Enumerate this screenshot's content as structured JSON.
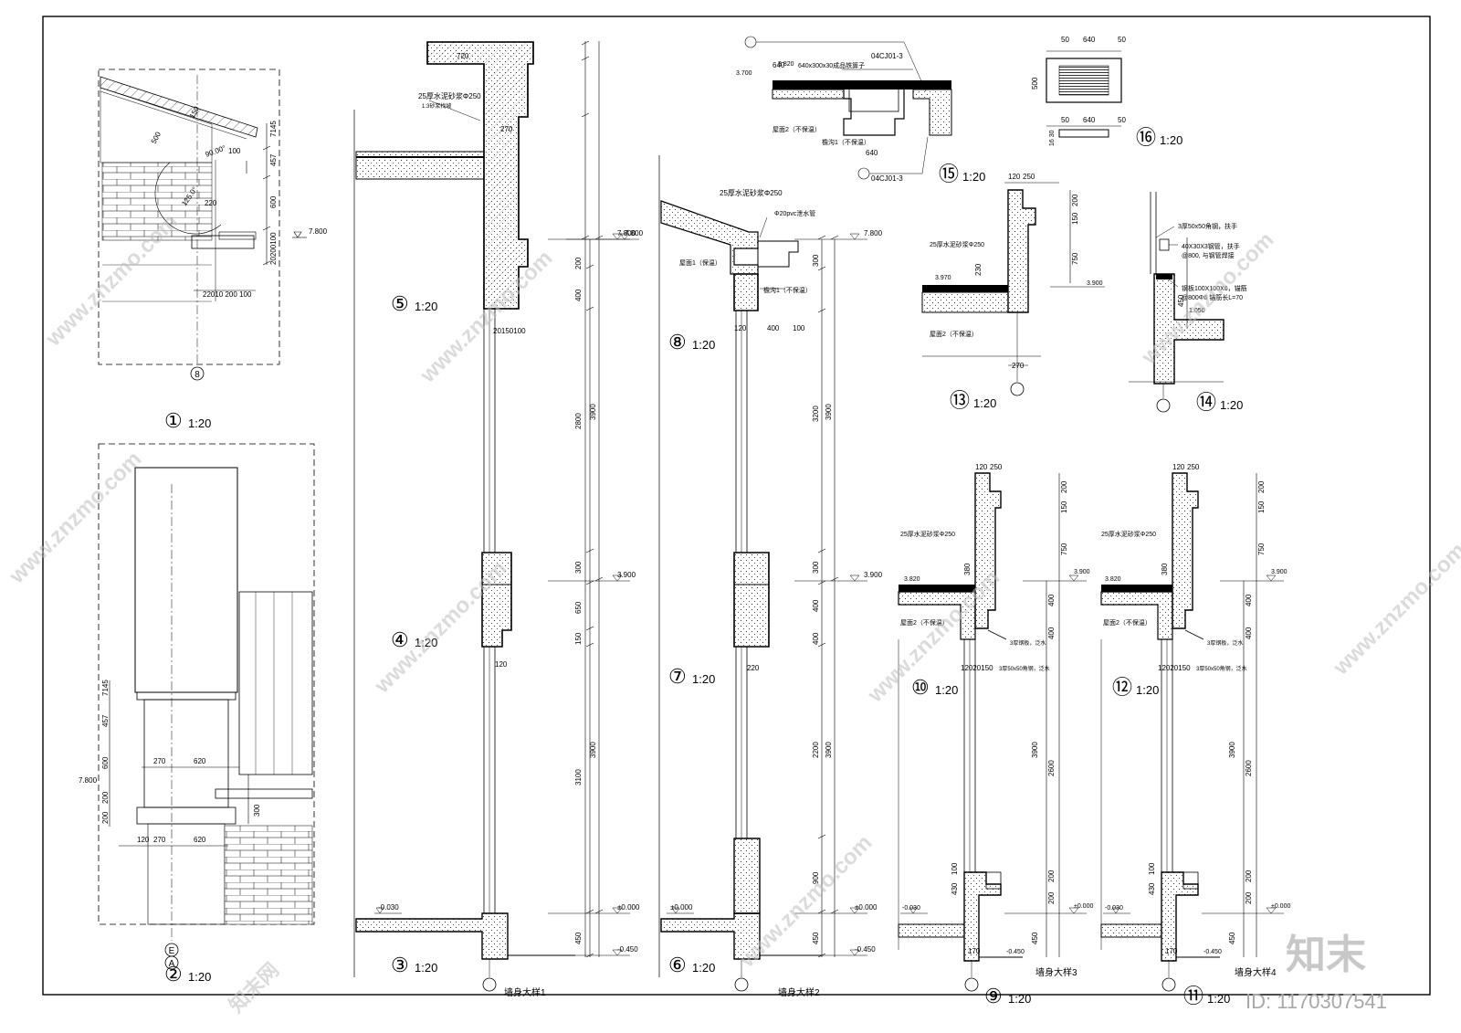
{
  "details": {
    "d1": {
      "num": "①",
      "scale": "1:20"
    },
    "d2": {
      "num": "②",
      "scale": "1:20"
    },
    "d3": {
      "num": "③",
      "scale": "1:20"
    },
    "d4": {
      "num": "④",
      "scale": "1:20"
    },
    "d5": {
      "num": "⑤",
      "scale": "1:20"
    },
    "d6": {
      "num": "⑥",
      "scale": "1:20"
    },
    "d7": {
      "num": "⑦",
      "scale": "1:20"
    },
    "d8": {
      "num": "⑧",
      "scale": "1:20"
    },
    "d9": {
      "num": "⑨",
      "scale": "1:20"
    },
    "d10": {
      "num": "⑩",
      "scale": "1:20"
    },
    "d11": {
      "num": "⑪",
      "scale": "1:20"
    },
    "d12": {
      "num": "⑫",
      "scale": "1:20"
    },
    "d13": {
      "num": "⑬",
      "scale": "1:20"
    },
    "d14": {
      "num": "⑭",
      "scale": "1:20"
    },
    "d15": {
      "num": "⑮",
      "scale": "1:20"
    },
    "d16": {
      "num": "⑯",
      "scale": "1:20"
    }
  },
  "wall_titles": {
    "w1": "墙身大样1",
    "w2": "墙身大样2",
    "w3": "墙身大样3",
    "w4": "墙身大样4"
  },
  "axes": {
    "a8": "8",
    "aE": "E",
    "aA": "A"
  },
  "elev": {
    "e7800": "7.800",
    "e3900": "3.900",
    "e0": "±0.000",
    "em030": "-0.030",
    "em450": "-0.450",
    "e3820": "3.820",
    "e3970": "3.970",
    "e3700": "3.700",
    "e1050": "1.050"
  },
  "notes": {
    "drip": "25厚水泥砂浆Φ250",
    "drip2": "1:3砂浆找坡",
    "pvc": "Φ20pvc泄水管",
    "roof1": "屋面1（保温）",
    "roof2": "屋面2（不保温）",
    "eave": "檐沟1（不保温）",
    "flash": "3厚钢板，泛水",
    "angle": "3厚50x50角钢，泛水",
    "plate": "640x300x30成品铁箅子",
    "std1": "04CJ01-3",
    "rail1": "3厚50x50角钢，扶手",
    "rail2": "40X30X3钢管，扶手",
    "rail3": "@800, 与钢管焊接",
    "rail4": "钢板100X100X6，锚筋",
    "rail5": "@800Φ6 锚筋长L=70"
  },
  "dims": {
    "d720": "720",
    "d270": "270",
    "d50": "50",
    "d150": "150",
    "d100": "100",
    "d120": "120",
    "d200": "200",
    "d300": "300",
    "d400": "400",
    "d450": "450",
    "d500": "500",
    "d600": "600",
    "d620": "620",
    "d640": "640",
    "d650": "650",
    "d750": "750",
    "d900": "900",
    "d220": "220",
    "d230": "230",
    "d250": "250",
    "d380": "380",
    "d430": "430",
    "d457": "457",
    "d170": "170",
    "d2200": "2200",
    "d2600": "2600",
    "d2800": "2800",
    "d3100": "3100",
    "d3200": "3200",
    "d3900": "3900",
    "d7145": "7145",
    "d20": "20",
    "d1630": "16 30",
    "d90": "90.00°",
    "d125": "125.0°",
    "dmix": "20150100",
    "dmix2": "12020150",
    "dmix3": "20200100",
    "dmix4": "22010 200 100"
  },
  "branding": {
    "logo": "知末",
    "id": "ID: 1170307541",
    "wm": "www.znzmo.com",
    "wm2": "知末网"
  }
}
